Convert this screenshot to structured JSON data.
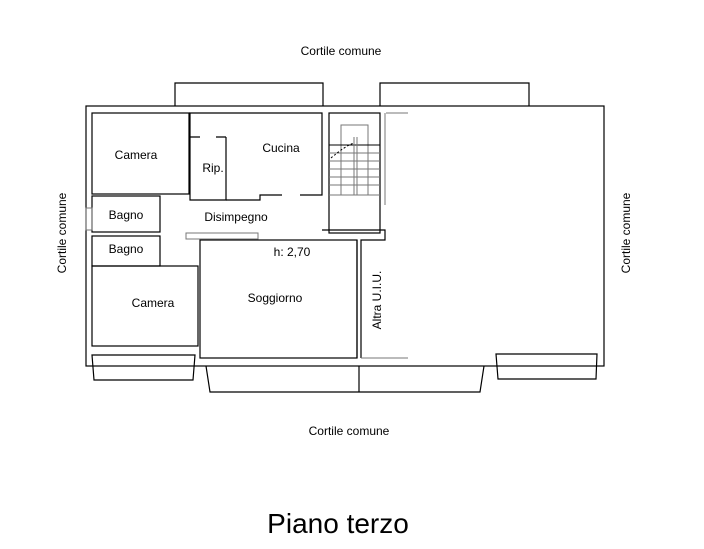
{
  "surroundings": {
    "top": "Cortile comune",
    "bottom": "Cortile comune",
    "left": "Cortile comune",
    "right": "Cortile comune"
  },
  "rooms": {
    "camera_top": "Camera",
    "ripostiglio": "Rip.",
    "cucina": "Cucina",
    "bagno_1": "Bagno",
    "bagno_2": "Bagno",
    "disimpegno": "Disimpegno",
    "camera_bottom": "Camera",
    "soggiorno": "Soggiorno",
    "altra_uiu": "Altra U.I.U."
  },
  "ceiling_height": "h: 2,70",
  "floor_title": "Piano terzo"
}
